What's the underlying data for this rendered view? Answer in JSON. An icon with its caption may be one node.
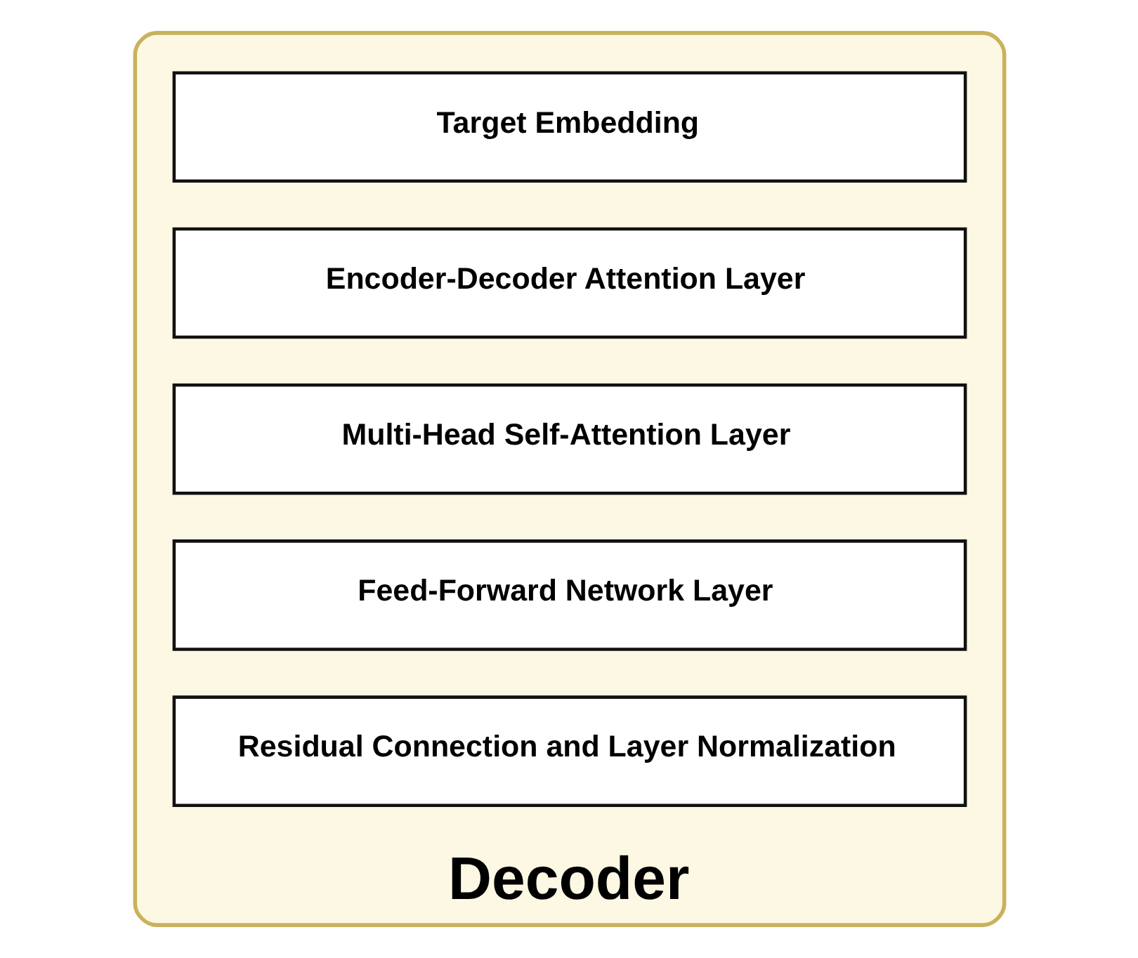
{
  "diagram": {
    "nodes": [
      {
        "text": [
          "Decoder"
        ]
      },
      {
        "text": [
          "Target Embedding"
        ],
        "in": 0
      },
      {
        "text": [
          "Encoder-Decoder Attention Layer"
        ],
        "in": 0
      },
      {
        "text": [
          "Multi-Head Self-Attention Layer"
        ],
        "in": 0
      },
      {
        "text": [
          "Feed-Forward Network Layer"
        ],
        "in": 0
      },
      {
        "text": [
          "Residual Connection and Layer Normalization"
        ],
        "in": 0
      }
    ]
  }
}
